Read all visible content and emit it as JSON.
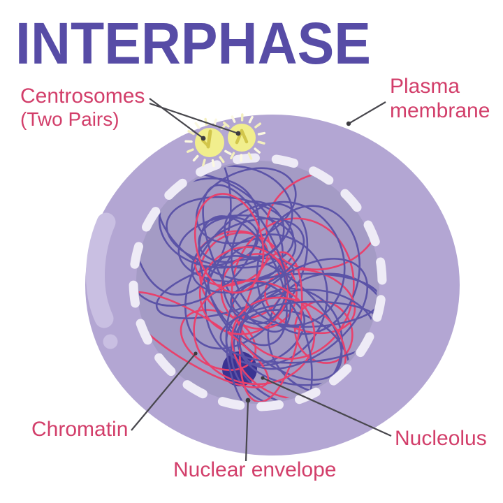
{
  "title": "INTERPHASE",
  "labels": {
    "centrosomes": {
      "line1": "Centrosomes",
      "line2": "(Two Pairs)"
    },
    "plasma_membrane": {
      "line1": "Plasma",
      "line2": "membrane"
    },
    "chromatin": "Chromatin",
    "nuclear_envelope": "Nuclear envelope",
    "nucleolus": "Nucleolus"
  },
  "colors": {
    "title": "#574ca6",
    "label": "#d23e6a",
    "cell": "#b3a6d3",
    "cell_highlight": "#c9bfe2",
    "nucleus": "#a49bc5",
    "envelope": "#eeebf6",
    "chromatin_purple": "#5b53a7",
    "chromatin_red": "#e8416c",
    "nucleolus": "#3a3392",
    "centrosome": "#f1ee8d",
    "centriole": "#d2c64b",
    "ray": "#f3efbe",
    "ray_light": "#fbf8e1",
    "leader": "#48474d",
    "leader_dot": "#3c3b40"
  }
}
